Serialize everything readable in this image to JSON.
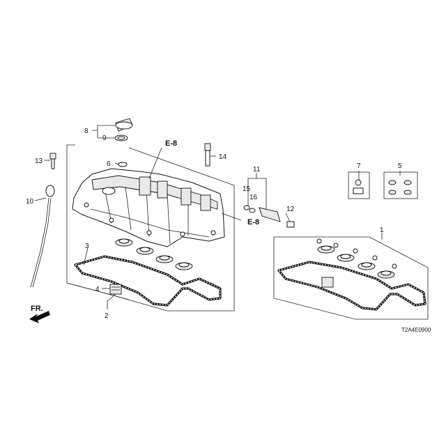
{
  "callouts": {
    "c1": "1",
    "c2": "2",
    "c3": "3",
    "c4": "4",
    "c5": "5",
    "c6": "6",
    "c7": "7",
    "c8": "8",
    "c9": "9",
    "c10": "10",
    "c11": "11",
    "c12": "12",
    "c13": "13",
    "c14": "14",
    "c15": "15",
    "c16": "16"
  },
  "refs": {
    "e8_top": "E-8",
    "e8_mid": "E-8"
  },
  "direction_label": "FR.",
  "diagram_code": "T2A4E0900"
}
